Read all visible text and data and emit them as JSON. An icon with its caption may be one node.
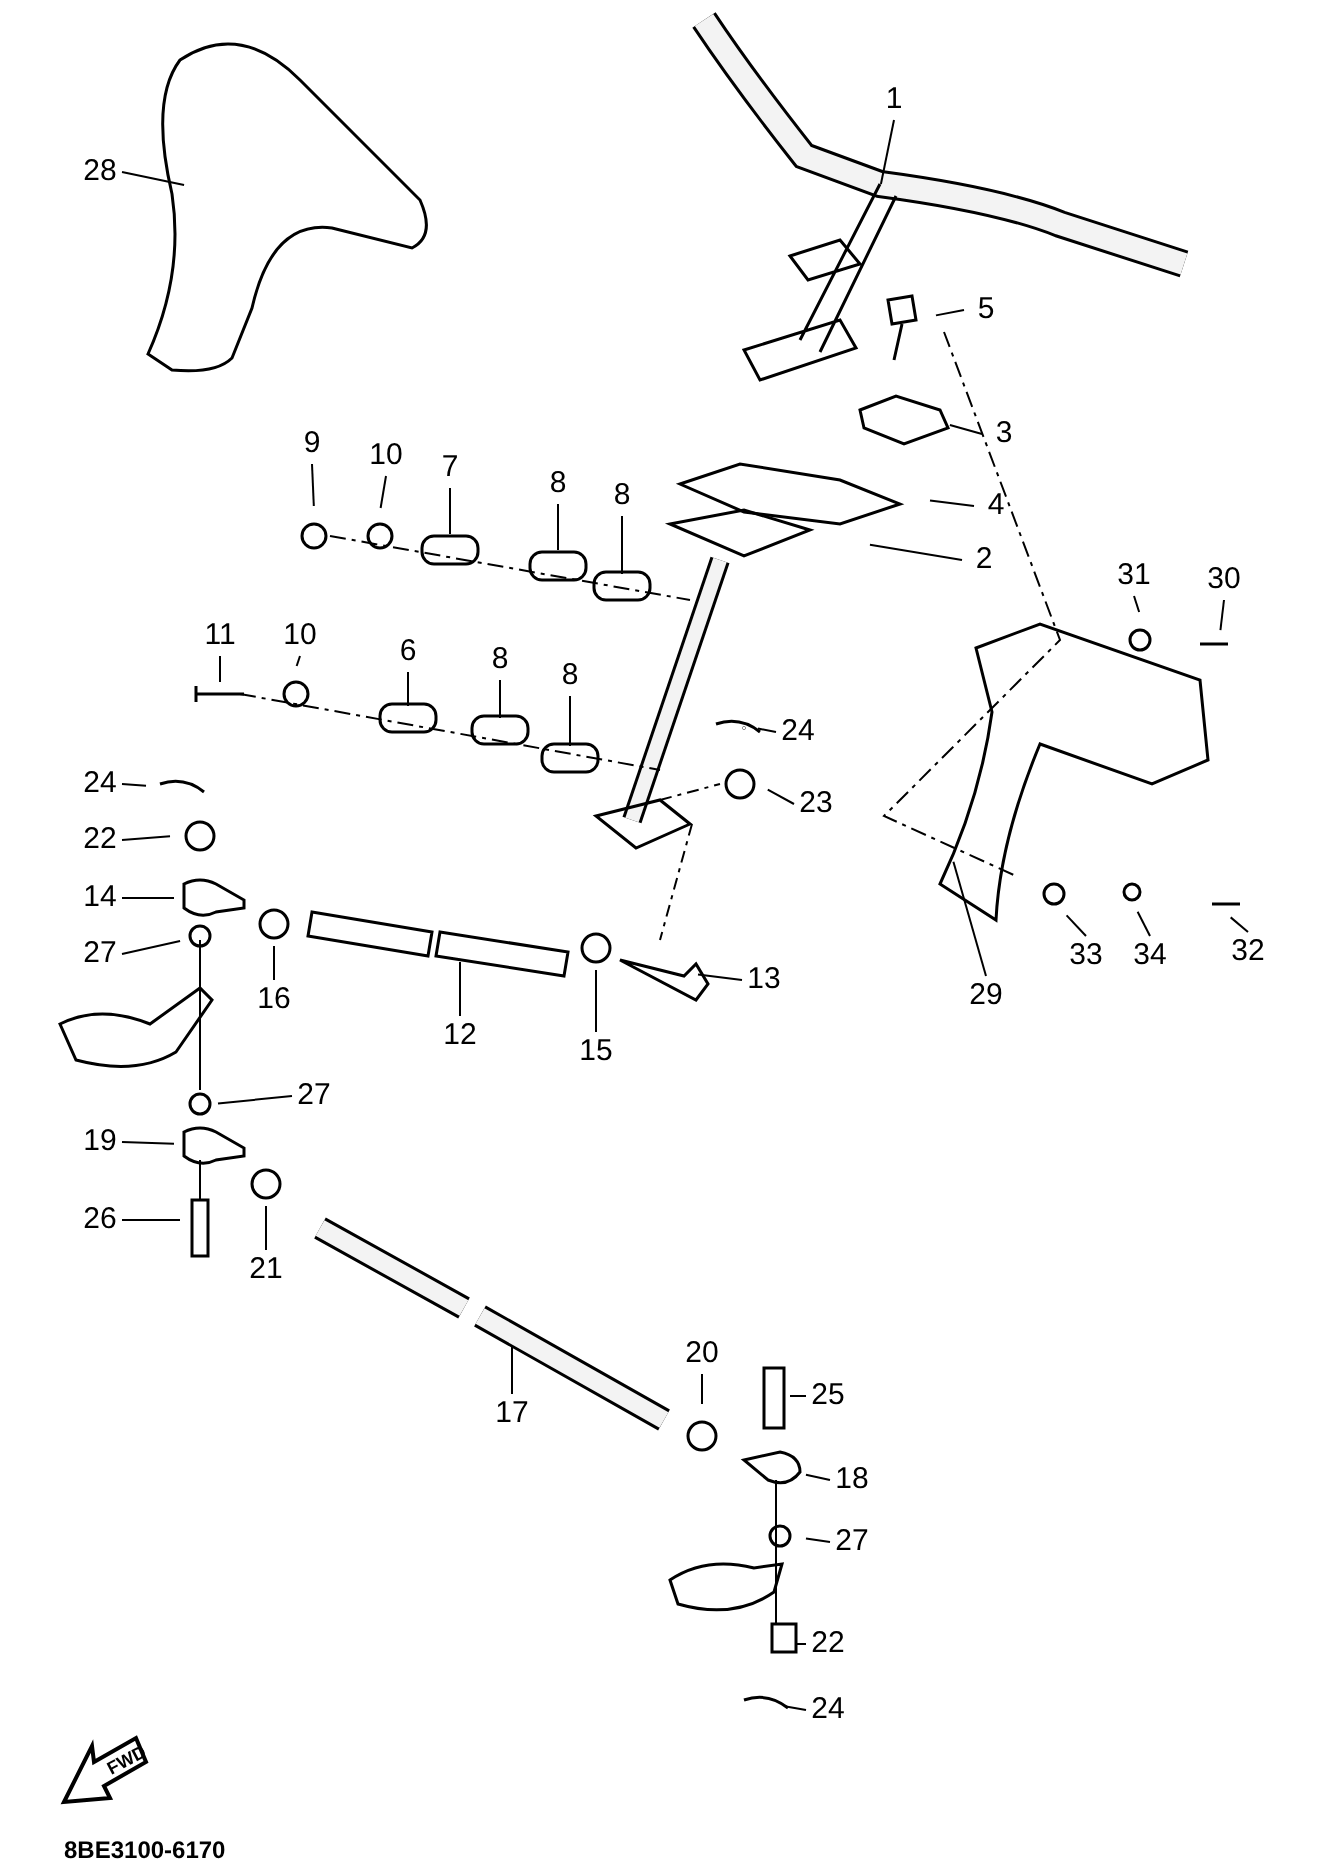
{
  "diagram": {
    "nodes": [
      {
        "text": [
          "28"
        ]
      },
      {
        "text": [
          "1"
        ]
      },
      {
        "text": [
          "5"
        ]
      },
      {
        "text": [
          "3"
        ]
      },
      {
        "text": [
          "4"
        ]
      },
      {
        "text": [
          "2"
        ]
      },
      {
        "text": [
          "9"
        ]
      },
      {
        "text": [
          "10"
        ]
      },
      {
        "text": [
          "7"
        ]
      },
      {
        "text": [
          "8"
        ]
      },
      {
        "text": [
          "8"
        ]
      },
      {
        "text": [
          "31"
        ]
      },
      {
        "text": [
          "30"
        ]
      },
      {
        "text": [
          "11"
        ]
      },
      {
        "text": [
          "10"
        ]
      },
      {
        "text": [
          "6"
        ]
      },
      {
        "text": [
          "8"
        ]
      },
      {
        "text": [
          "8"
        ]
      },
      {
        "text": [
          "24"
        ]
      },
      {
        "text": [
          "24"
        ]
      },
      {
        "text": [
          "22"
        ]
      },
      {
        "text": [
          "23"
        ]
      },
      {
        "text": [
          "14"
        ]
      },
      {
        "text": [
          "27"
        ]
      },
      {
        "text": [
          "16"
        ]
      },
      {
        "text": [
          "12"
        ]
      },
      {
        "text": [
          "15"
        ]
      },
      {
        "text": [
          "13"
        ]
      },
      {
        "text": [
          "33"
        ]
      },
      {
        "text": [
          "34"
        ]
      },
      {
        "text": [
          "32"
        ]
      },
      {
        "text": [
          "29"
        ]
      },
      {
        "text": [
          "27"
        ]
      },
      {
        "text": [
          "19"
        ]
      },
      {
        "text": [
          "26"
        ]
      },
      {
        "text": [
          "21"
        ]
      },
      {
        "text": [
          "20"
        ]
      },
      {
        "text": [
          "25"
        ]
      },
      {
        "text": [
          "17"
        ]
      },
      {
        "text": [
          "18"
        ]
      },
      {
        "text": [
          "27"
        ]
      },
      {
        "text": [
          "22"
        ]
      },
      {
        "text": [
          "24"
        ]
      }
    ],
    "edges": [
      {
        "from": 0,
        "to": null,
        "arrow": "none"
      },
      {
        "from": 1,
        "to": null,
        "arrow": "none"
      },
      {
        "from": 2,
        "to": null,
        "arrow": "none"
      },
      {
        "from": 3,
        "to": null,
        "arrow": "none"
      },
      {
        "from": 4,
        "to": null,
        "arrow": "none"
      },
      {
        "from": 5,
        "to": null,
        "arrow": "none"
      },
      {
        "from": 6,
        "to": null,
        "arrow": "none"
      },
      {
        "from": 7,
        "to": null,
        "arrow": "none"
      },
      {
        "from": 8,
        "to": null,
        "arrow": "none"
      },
      {
        "from": 9,
        "to": null,
        "arrow": "none"
      },
      {
        "from": 10,
        "to": null,
        "arrow": "none"
      },
      {
        "from": 11,
        "to": null,
        "arrow": "none"
      },
      {
        "from": 12,
        "to": null,
        "arrow": "none"
      },
      {
        "from": 13,
        "to": null,
        "arrow": "none"
      },
      {
        "from": 14,
        "to": null,
        "arrow": "none"
      },
      {
        "from": 15,
        "to": null,
        "arrow": "none"
      },
      {
        "from": 16,
        "to": null,
        "arrow": "none"
      },
      {
        "from": 17,
        "to": null,
        "arrow": "none"
      },
      {
        "from": 18,
        "to": null,
        "arrow": "none"
      },
      {
        "from": 19,
        "to": null,
        "arrow": "none"
      },
      {
        "from": 20,
        "to": null,
        "arrow": "none"
      },
      {
        "from": 21,
        "to": null,
        "arrow": "none"
      },
      {
        "from": 22,
        "to": null,
        "arrow": "none"
      },
      {
        "from": 23,
        "to": null,
        "arrow": "none"
      },
      {
        "from": 24,
        "to": null,
        "arrow": "none"
      },
      {
        "from": 25,
        "to": null,
        "arrow": "none"
      },
      {
        "from": 26,
        "to": null,
        "arrow": "none"
      },
      {
        "from": 27,
        "to": null,
        "arrow": "none"
      },
      {
        "from": 28,
        "to": null,
        "arrow": "none"
      },
      {
        "from": 29,
        "to": null,
        "arrow": "none"
      },
      {
        "from": 30,
        "to": null,
        "arrow": "none"
      },
      {
        "from": 31,
        "to": null,
        "arrow": "none"
      },
      {
        "from": 32,
        "to": null,
        "arrow": "none"
      },
      {
        "from": 33,
        "to": null,
        "arrow": "none"
      },
      {
        "from": 34,
        "to": null,
        "arrow": "none"
      },
      {
        "from": 35,
        "to": null,
        "arrow": "none"
      },
      {
        "from": 36,
        "to": null,
        "arrow": "none"
      },
      {
        "from": 37,
        "to": null,
        "arrow": "none"
      },
      {
        "from": 38,
        "to": null,
        "arrow": "none"
      },
      {
        "from": 39,
        "to": null,
        "arrow": "none"
      },
      {
        "from": 40,
        "to": null,
        "arrow": "none"
      },
      {
        "from": 41,
        "to": null,
        "arrow": "none"
      },
      {
        "from": 42,
        "to": null,
        "arrow": "none"
      }
    ],
    "labels": [
      "FWD",
      "8BE3100-6170"
    ]
  }
}
